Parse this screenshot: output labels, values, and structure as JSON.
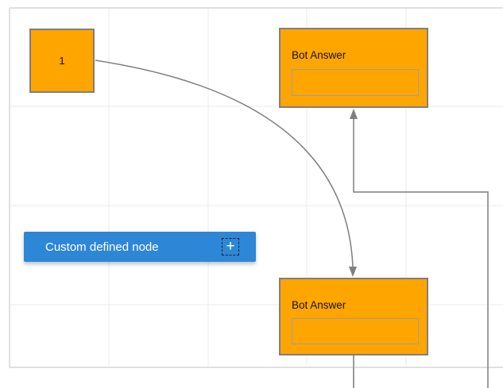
{
  "canvas": {
    "background": "#ffffff",
    "grid_line_color": "#ebebeb",
    "page_border_color": "#e0e0e0",
    "grid_spacing": 125
  },
  "nodes": {
    "square_node": {
      "label": "1",
      "fill": "#FFA500",
      "border_color": "#7f7f7f"
    },
    "bot_answer_top": {
      "title": "Bot Answer",
      "fill": "#FFA500",
      "border_color": "#7f7f7f",
      "input_value": ""
    },
    "bot_answer_bottom": {
      "title": "Bot Answer",
      "fill": "#FFA500",
      "border_color": "#7f7f7f",
      "input_value": ""
    },
    "custom_node": {
      "label": "Custom defined node",
      "fill": "#2E87D6",
      "text_color": "#ffffff",
      "plus_glyph": "+"
    }
  },
  "connectors": {
    "color": "#7f7f7f",
    "curve": {
      "from": "square_node",
      "to": "bot_answer_bottom",
      "type": "bezier",
      "arrow": "down"
    },
    "orthogonal": {
      "to": "bot_answer_top",
      "type": "orthogonal",
      "arrow": "up"
    },
    "stub": {
      "from": "bot_answer_bottom",
      "type": "straight",
      "arrow": "none"
    }
  }
}
